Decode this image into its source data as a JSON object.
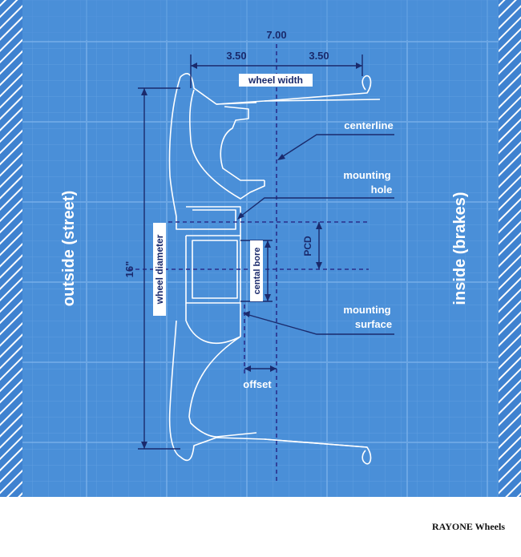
{
  "diagram": {
    "top_dimension": "7.00",
    "left_half": "3.50",
    "right_half": "3.50",
    "wheel_width": "wheel width",
    "centerline": "centerline",
    "mounting_hole_line1": "mounting",
    "mounting_hole_line2": "hole",
    "pcd": "PCD",
    "central_bore": "cental bore",
    "wheel_diameter": "wheel diameter",
    "diameter_value": "16\"",
    "mounting_surface_line1": "mounting",
    "mounting_surface_line2": "surface",
    "offset": "offset",
    "outside": "outside (street)",
    "inside": "inside (brakes)"
  },
  "footer": {
    "credit": "RAYONE Wheels"
  },
  "colors": {
    "background": "#4a8fd8",
    "grid": "#6aa6e4",
    "line": "#ffffff",
    "dark": "#1a2a6c",
    "dash": "#2a2f8a",
    "hatch_bg": "#3f7fcc"
  }
}
